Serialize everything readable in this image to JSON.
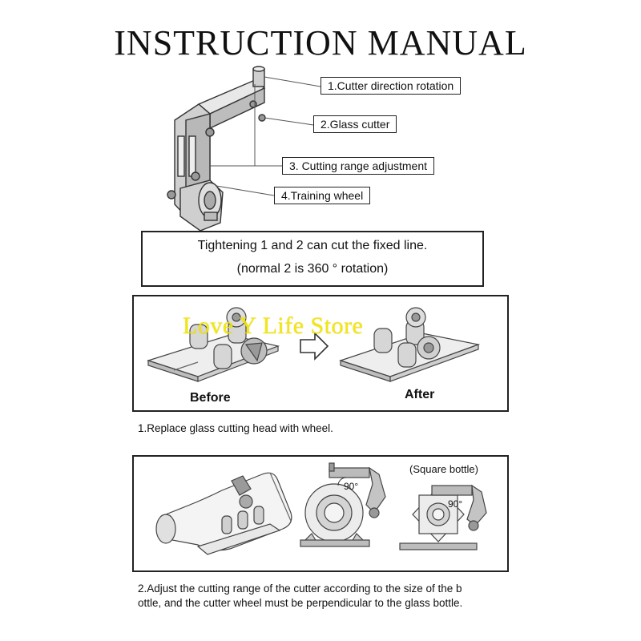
{
  "title": "INSTRUCTION MANUAL",
  "callouts": [
    {
      "label": "1.Cutter direction rotation"
    },
    {
      "label": "2.Glass cutter"
    },
    {
      "label": "3. Cutting range adjustment"
    },
    {
      "label": "4.Training wheel"
    }
  ],
  "note": {
    "line1": "Tightening 1 and 2 can cut the fixed line.",
    "line2": "(normal 2 is 360 ° rotation)"
  },
  "panel1": {
    "before_label": "Before",
    "after_label": "After",
    "watermark": "Love Y Life Store"
  },
  "step1": "1.Replace glass cutting head with wheel.",
  "panel2": {
    "square_label": "(Square bottle)",
    "angle_label_1": "90°",
    "angle_label_2": "90°"
  },
  "step2": {
    "line1": "2.Adjust the cutting range of the cutter according to the size of the b",
    "line2": "ottle, and the cutter wheel must be perpendicular to the glass bottle."
  }
}
